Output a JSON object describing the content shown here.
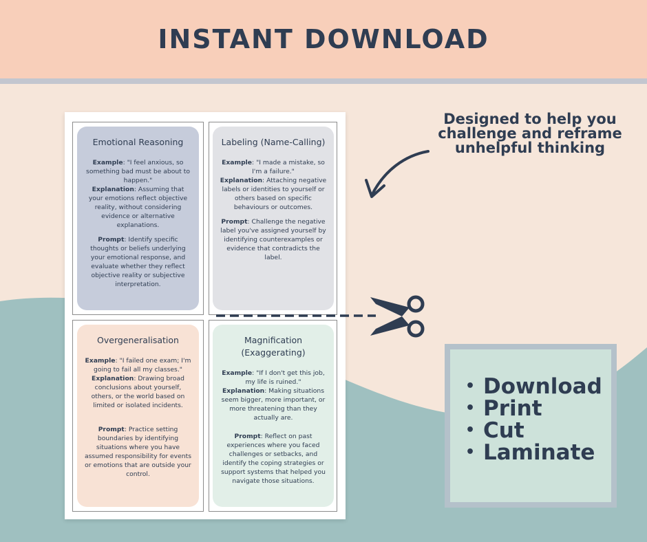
{
  "header": {
    "title": "INSTANT DOWNLOAD"
  },
  "tagline": "Designed to help you challenge and reframe unhelpful thinking",
  "steps": [
    "Download",
    "Print",
    "Cut",
    "Laminate"
  ],
  "colors": {
    "header_bg": "#f8cfba",
    "page_bg": "#f6e6da",
    "wave": "#9fc0c0",
    "text": "#2f3d52",
    "box_border": "#b4c1ca",
    "box_fill": "#cde2da"
  },
  "icons": {
    "arrow": "curved-arrow-icon",
    "scissors": "scissors-icon"
  },
  "cards": [
    {
      "title": "Emotional Reasoning",
      "example_label": "Example",
      "example": ": \"I feel anxious, so something bad must be about to happen.\"",
      "explanation_label": "Explanation",
      "explanation": ": Assuming that your emotions reflect objective reality, without considering evidence or alternative explanations.",
      "prompt_label": "Prompt",
      "prompt": ": Identify specific thoughts or beliefs underlying your emotional response, and evaluate whether they reflect objective reality or subjective interpretation.",
      "color": "#c6ccdb"
    },
    {
      "title": "Labeling (Name-Calling)",
      "example_label": "Example",
      "example": ": \"I made a mistake, so I'm a failure.\"",
      "explanation_label": "Explanation",
      "explanation": ": Attaching negative labels or identities to yourself or others based on specific behaviours or outcomes.",
      "prompt_label": "Prompt",
      "prompt": ": Challenge the negative label you've assigned yourself by identifying counterexamples or evidence that contradicts the label.",
      "color": "#e1e2e6"
    },
    {
      "title": "Overgeneralisation",
      "example_label": "Example",
      "example": ": \"I failed one exam; I'm going to fail all my classes.\"",
      "explanation_label": "Explanation",
      "explanation": ": Drawing broad conclusions about yourself, others, or the world based on limited or isolated incidents.",
      "prompt_label": "Prompt",
      "prompt": ": Practice setting boundaries by identifying situations where you have assumed responsibility for events or emotions that are outside your control.",
      "color": "#f8e2d5"
    },
    {
      "title": "Magnification (Exaggerating)",
      "example_label": "Example",
      "example": ": \"If I don't get this job, my life is ruined.\"",
      "explanation_label": "Explanation",
      "explanation": ": Making situations seem bigger, more important, or more threatening than they actually are.",
      "prompt_label": "Prompt",
      "prompt": ": Reflect on past experiences where you faced challenges or setbacks, and identify the coping strategies or support systems that helped you navigate those situations.",
      "color": "#e2efe8"
    }
  ]
}
